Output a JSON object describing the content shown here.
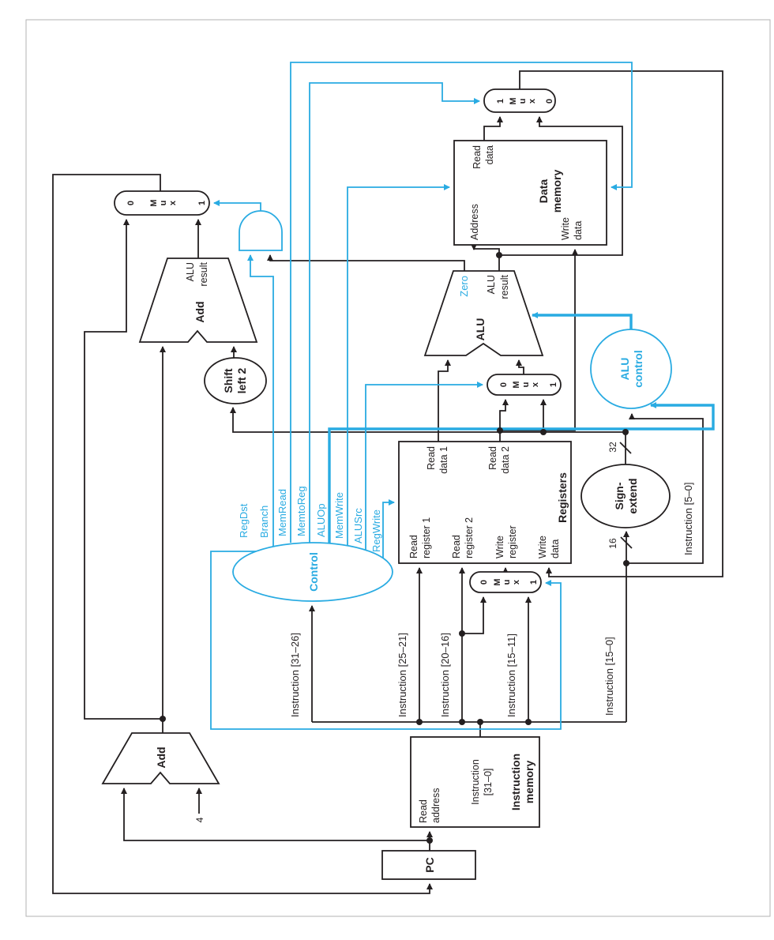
{
  "colors": {
    "accent": "#29abe2",
    "wire": "#231f20",
    "frame": "#b3b3b3"
  },
  "components": {
    "pc": {
      "label": "PC"
    },
    "instruction_memory": {
      "name_l1": "Instruction",
      "name_l2": "memory",
      "read_address_l1": "Read",
      "read_address_l2": "address",
      "instruction_l1": "Instruction",
      "instruction_l2": "[31–0]"
    },
    "add_pc": {
      "label": "Add"
    },
    "add_branch": {
      "label": "Add",
      "result_l1": "ALU",
      "result_l2": "result"
    },
    "shift_left2": {
      "l1": "Shift",
      "l2": "left 2"
    },
    "control": {
      "label": "Control",
      "signals": [
        "RegDst",
        "Branch",
        "MemRead",
        "MemtoReg",
        "ALUOp",
        "MemWrite",
        "ALUSrc",
        "RegWrite"
      ]
    },
    "registers": {
      "name": "Registers",
      "read_reg1_l1": "Read",
      "read_reg1_l2": "register 1",
      "read_reg2_l1": "Read",
      "read_reg2_l2": "register 2",
      "write_reg_l1": "Write",
      "write_reg_l2": "register",
      "write_data_l1": "Write",
      "write_data_l2": "data",
      "read_data1_l1": "Read",
      "read_data1_l2": "data 1",
      "read_data2_l1": "Read",
      "read_data2_l2": "data 2"
    },
    "sign_extend": {
      "l1": "Sign-",
      "l2": "extend"
    },
    "alu": {
      "name": "ALU",
      "zero": "Zero",
      "result_l1": "ALU",
      "result_l2": "result"
    },
    "alu_control": {
      "l1": "ALU",
      "l2": "control"
    },
    "data_memory": {
      "name_l1": "Data",
      "name_l2": "memory",
      "address": "Address",
      "read_data_l1": "Read",
      "read_data_l2": "data",
      "write_data_l1": "Write",
      "write_data_l2": "data"
    },
    "mux": {
      "m": "M",
      "u": "u",
      "x": "x",
      "in0": "0",
      "in1": "1"
    }
  },
  "fields": {
    "i31_26": "Instruction [31–26]",
    "i25_21": "Instruction [25–21]",
    "i20_16": "Instruction [20–16]",
    "i15_11": "Instruction [15–11]",
    "i15_0": "Instruction [15–0]",
    "i5_0": "Instruction [5–0]"
  },
  "constants": {
    "four": "4",
    "sixteen": "16",
    "thirtytwo": "32"
  }
}
